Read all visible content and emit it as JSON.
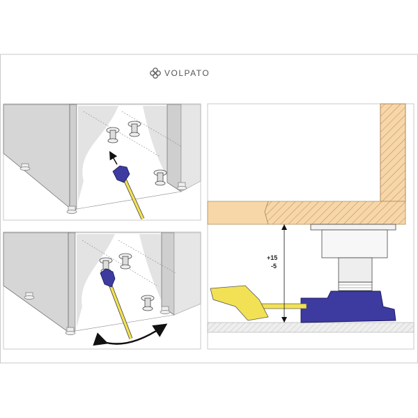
{
  "brand": {
    "name": "VOLPATO",
    "logo_icon": "flower-knot-icon"
  },
  "panels": [
    {
      "id": "top-left",
      "caption": "",
      "action": "insert-key-icon"
    },
    {
      "id": "bottom-left",
      "caption": "",
      "action": "rotate-key-icon"
    },
    {
      "id": "right",
      "caption": "",
      "action": "section-view"
    }
  ],
  "adjustment": {
    "plus": "+15",
    "minus": "-5"
  },
  "colors": {
    "key_yellow": "#f2e154",
    "head_blue": "#3d3aa0",
    "wood": "#f7d6a8",
    "cabinet_grey": "#d4d4d4",
    "panel_border": "#c9c9c9"
  }
}
